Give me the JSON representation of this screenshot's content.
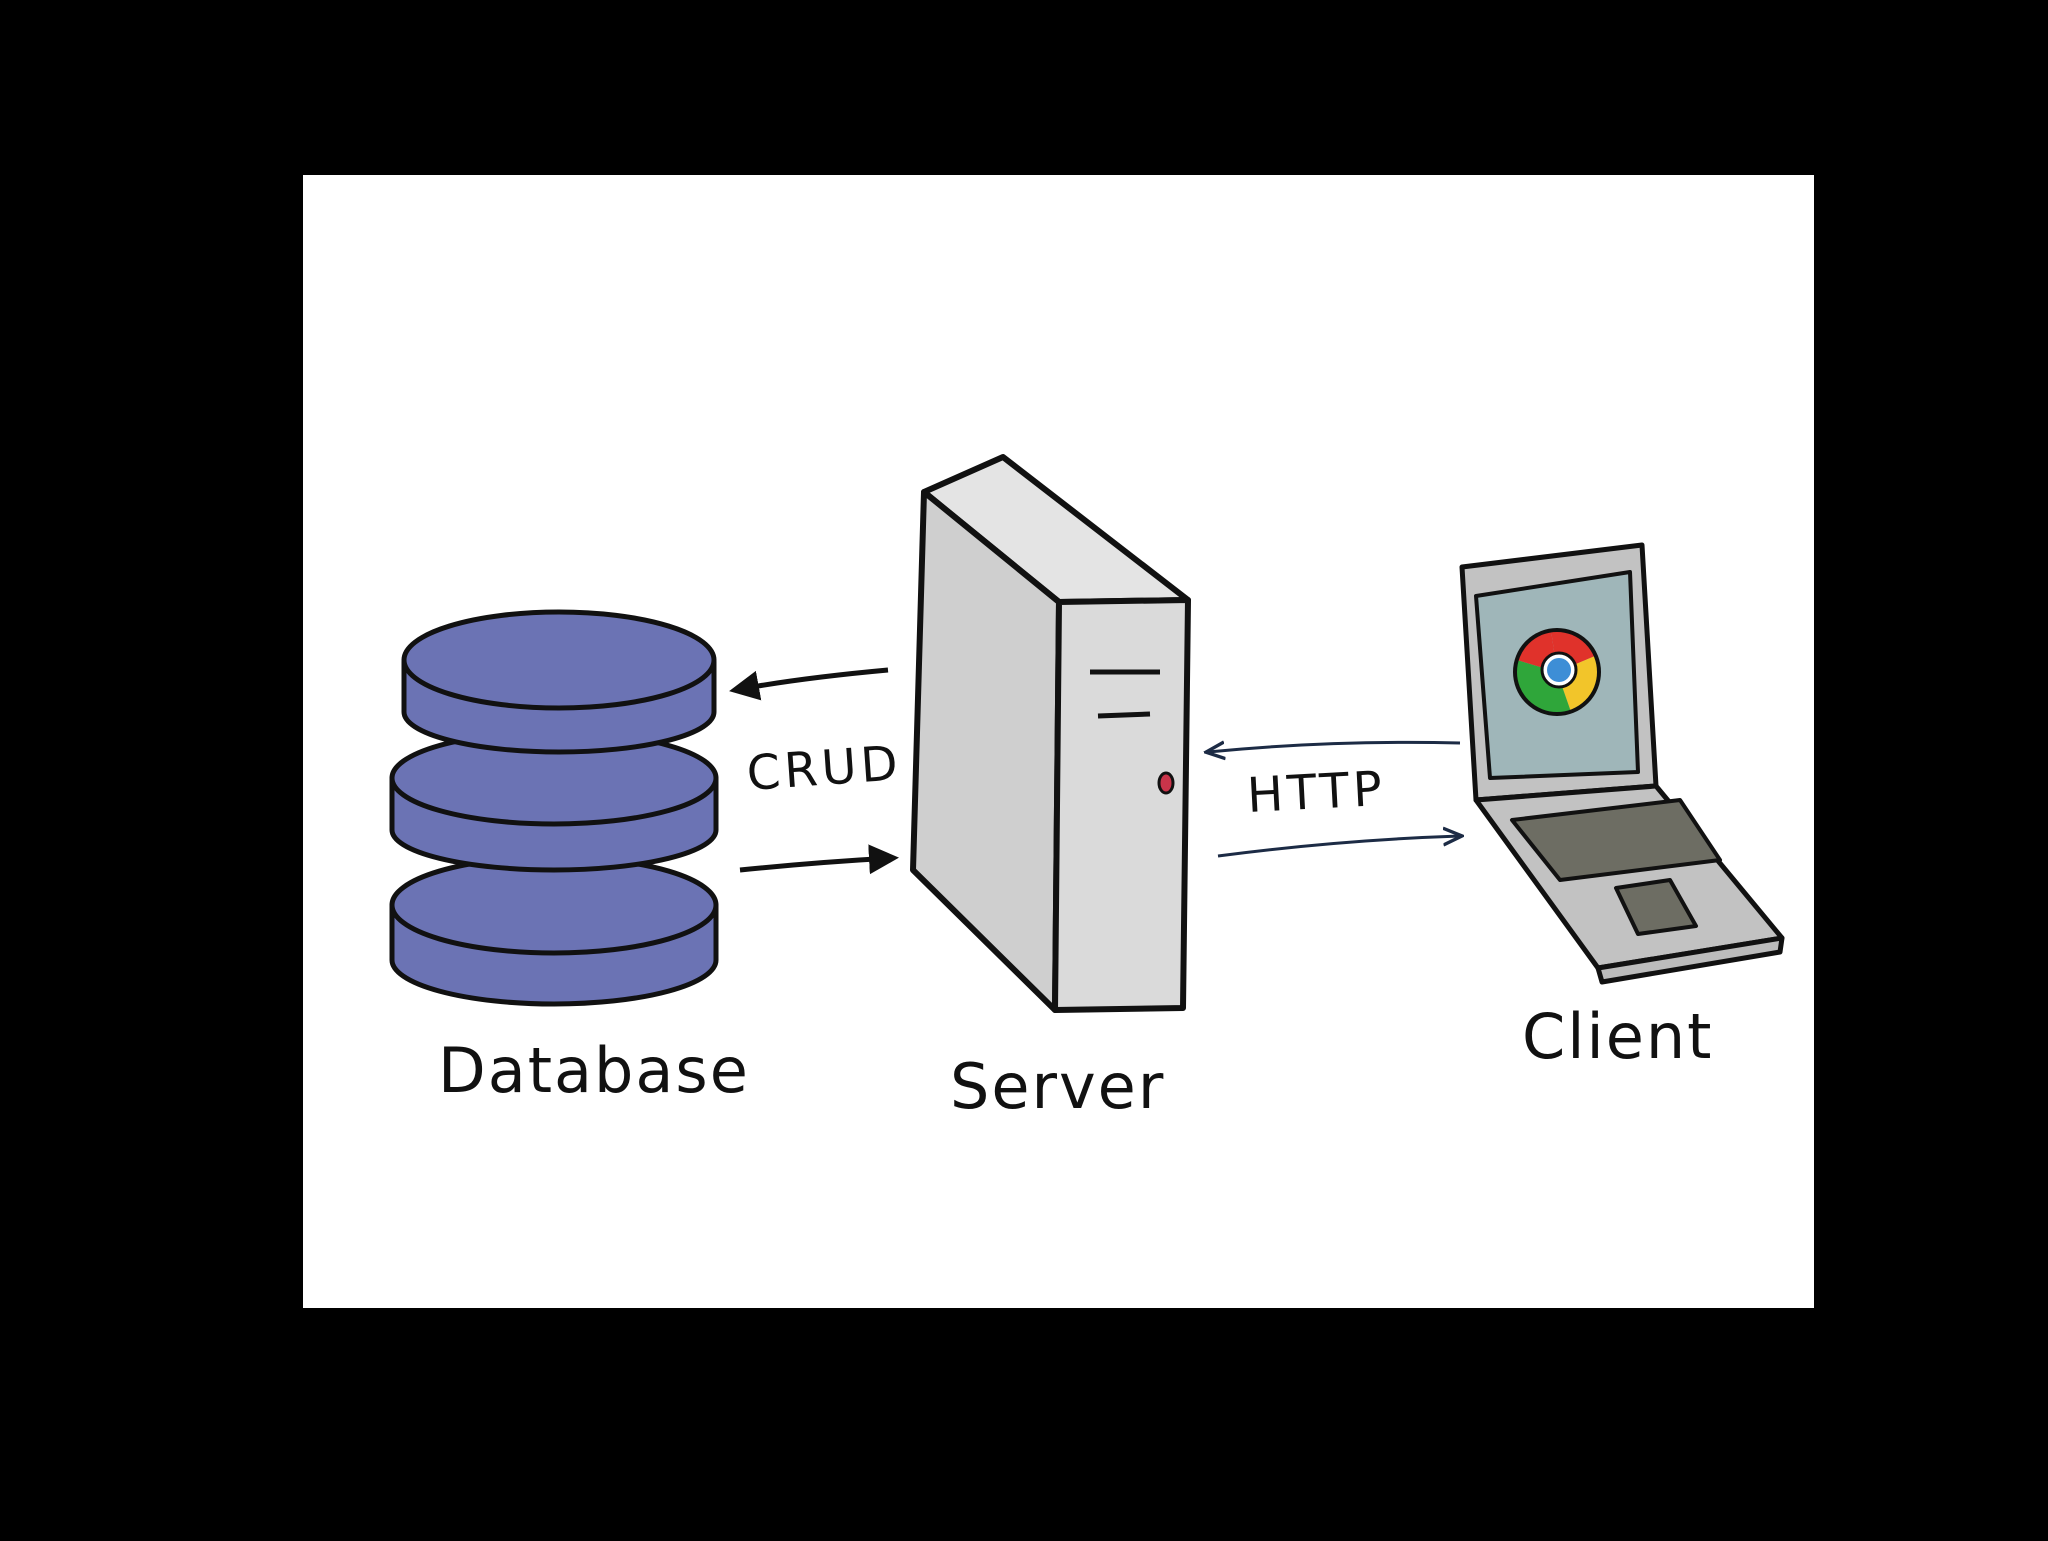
{
  "diagram": {
    "labels": {
      "database": "Database",
      "server": "Server",
      "client": "Client",
      "crud": "CRUD",
      "http": "HTTP"
    },
    "colors": {
      "background": "#000000",
      "canvas": "#ffffff",
      "outline": "#111111",
      "database_fill": "#6b73b4",
      "server_front": "#cfcfcf",
      "server_side": "#dadada",
      "server_top": "#e4e4e4",
      "server_led": "#c9344a",
      "laptop_body": "#c2c2c2",
      "laptop_screen": "#9fb6b9",
      "laptop_keys": "#6d6d63",
      "http_arrow": "#1c2b45",
      "browser_red": "#e0322b",
      "browser_yellow": "#f2c52a",
      "browser_green": "#2fa63a",
      "browser_blue": "#3d8ed6"
    },
    "icons": [
      "database-icon",
      "server-icon",
      "laptop-icon",
      "browser-icon"
    ]
  }
}
